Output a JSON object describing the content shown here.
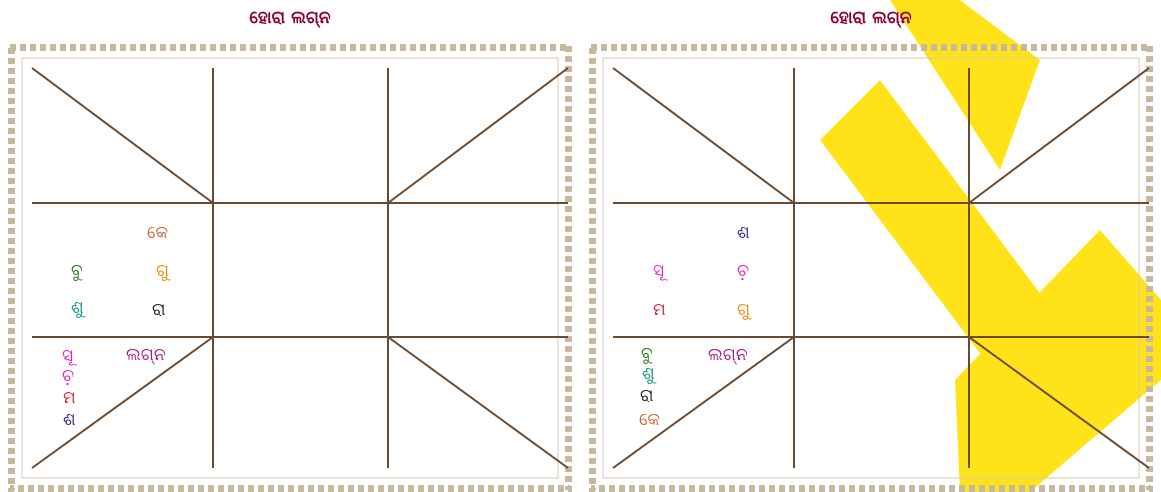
{
  "charts": [
    {
      "title": "ହୋରା ଲଗ୍ନ",
      "planets": [
        {
          "text": "କେ",
          "color": "#c4643a"
        },
        {
          "text": "ବୁ",
          "color": "#1f7a1f"
        },
        {
          "text": "ଗୁ",
          "color": "#e88a00"
        },
        {
          "text": "ଶୁ",
          "color": "#109080"
        },
        {
          "text": "ରା",
          "color": "#222222"
        },
        {
          "text": "ସୂ",
          "color": "#e020c0"
        },
        {
          "text": "ଲଗ୍ନ",
          "color": "#a01880"
        },
        {
          "text": "ଚ଼",
          "color": "#e020c0"
        },
        {
          "text": "ମ",
          "color": "#e0102a"
        },
        {
          "text": "ଶ",
          "color": "#3a2080"
        }
      ]
    },
    {
      "title": "ହୋରା ଲଗ୍ନ",
      "planets": [
        {
          "text": "ଶ",
          "color": "#3a2080"
        },
        {
          "text": "ସୂ",
          "color": "#e020c0"
        },
        {
          "text": "ଚ଼",
          "color": "#e020c0"
        },
        {
          "text": "ମ",
          "color": "#e0102a"
        },
        {
          "text": "ଗୁ",
          "color": "#e88a00"
        },
        {
          "text": "ବୁ",
          "color": "#1f7a1f"
        },
        {
          "text": "ଲଗ୍ନ",
          "color": "#a01880"
        },
        {
          "text": "ଶୁ",
          "color": "#109080"
        },
        {
          "text": "ରା",
          "color": "#222222"
        },
        {
          "text": "କେ",
          "color": "#c4643a"
        }
      ]
    }
  ]
}
